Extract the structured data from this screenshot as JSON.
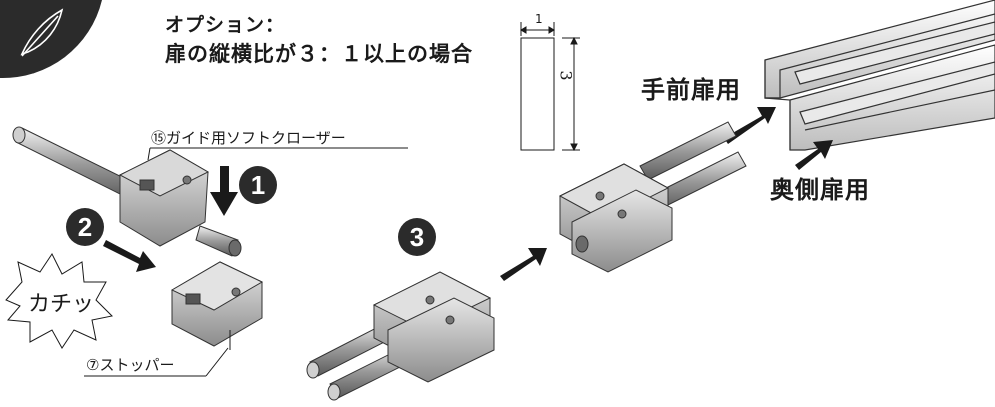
{
  "title": {
    "line1": "オプション：",
    "line2": "扉の縦横比が３：１以上の場合"
  },
  "labels": {
    "front_door": "手前扉用",
    "back_door": "奥側扉用",
    "soft_closer": "⑮ガイド用ソフトクローザー",
    "stopper": "⑦ストッパー",
    "click_sound": "カチッ"
  },
  "steps": [
    "1",
    "2",
    "3"
  ],
  "ratio": {
    "width": "1",
    "height": "3"
  },
  "colors": {
    "ink": "#1a1a1a",
    "badge": "#2b2b2b",
    "metal": "#9a9a9a",
    "metal_light": "#d8d8d8",
    "feather_badge": "#2b2b2b"
  },
  "icons": {
    "corner_badge": "feather-icon",
    "arrow": "arrow-icon"
  }
}
